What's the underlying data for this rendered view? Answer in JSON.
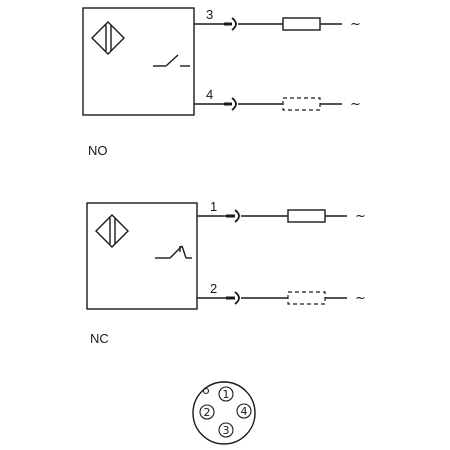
{
  "diagrams": [
    {
      "mode_label": "NO",
      "pins": [
        {
          "number": "3",
          "load": "solid",
          "supply": "~"
        },
        {
          "number": "4",
          "load": "dashed",
          "supply": "~"
        }
      ]
    },
    {
      "mode_label": "NC",
      "pins": [
        {
          "number": "1",
          "load": "solid",
          "supply": "~"
        },
        {
          "number": "2",
          "load": "dashed",
          "supply": "~"
        }
      ]
    }
  ],
  "connector": {
    "pins": [
      "1",
      "2",
      "3",
      "4"
    ]
  }
}
